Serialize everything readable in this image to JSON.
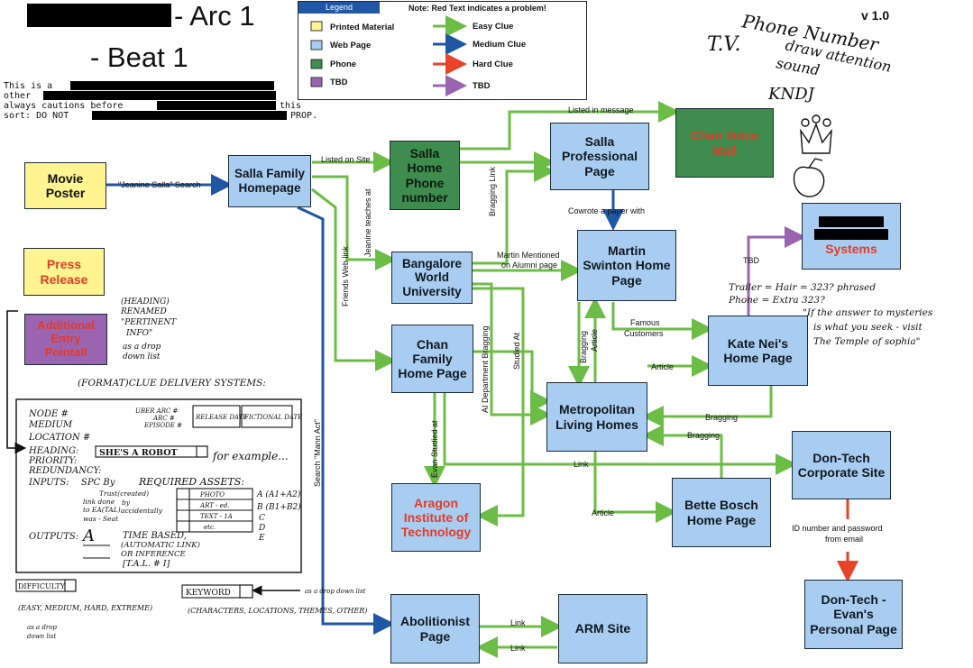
{
  "header": {
    "title_line1": "- Arc 1",
    "title_line2": "- Beat 1",
    "version": "v 1.0",
    "intro_lines": [
      "This is a",
      "other",
      "always cautions before",
      "sort: DO NOT"
    ],
    "intro_tails": [
      "this",
      "PROP."
    ]
  },
  "legend": {
    "title": "Legend",
    "note": "Note: Red Text indicates a problem!",
    "types": [
      "Printed Material",
      "Web Page",
      "Phone",
      "TBD"
    ],
    "clues": [
      "Easy Clue",
      "Medium Clue",
      "Hard Clue",
      "TBD"
    ],
    "colors": {
      "printed": "#fff48f",
      "web": "#a9cdf1",
      "phone": "#3e8d4e",
      "tbd": "#9b64b0",
      "easy": "#6cbd45",
      "medium": "#1f57a5",
      "hard": "#e8442c",
      "tbd_clue": "#9b64b0",
      "problem_text": "#e03c2a"
    }
  },
  "nodes": {
    "movie_poster": "Movie Poster",
    "press_release": "Press Release",
    "additional_entry": "Additional Entry Pointall",
    "salla_family": "Salla Family Homepage",
    "salla_phone": "Salla Home Phone number",
    "salla_professional": "Salla Professional Page",
    "chan_voice_mail": "Chan Voice Mail",
    "systems": "Systems",
    "bangalore": "Bangalore World University",
    "martin_swinton": "Martin Swinton Home Page",
    "chan_family": "Chan Family Home Page",
    "kate_nei": "Kate Nei's Home Page",
    "metropolitan": "Metropolitan Living Homes",
    "don_tech_corporate": "Don-Tech Corporate Site",
    "aragon": "Aragon Institute of Technology",
    "bette_bosch": "Bette Bosch Home Page",
    "don_tech_evan": "Don-Tech - Evan's Personal Page",
    "abolitionist": "Abolitionist Page",
    "arm_site": "ARM Site"
  },
  "edges": {
    "jeanine_search": "\"Jeanine Salla\" Search",
    "listed_on_site": "Listed on Site",
    "listed_in_message": "Listed in message",
    "bragging_link": "Bragging Link",
    "cowrote": "Cowrote a paper with",
    "jeanine_teaches": "Jeanine teaches at",
    "friends_web_link": "Friends Web link",
    "martin_mentioned": "Martin Mentioned on Alumni page",
    "tbd": "TBD",
    "famous_customers": "Famous Customers",
    "bragging": "Bragging",
    "article": "Article",
    "ai_dept": "AI Department Bragging",
    "studied_at": "Studied At",
    "evan_studied": "Evan Studied at",
    "link": "Link",
    "search_mann": "Search \"Mann Act\"",
    "id_password": "ID number and password from email"
  },
  "annotations": {
    "phone_note_1": "Phone Number",
    "phone_note_2": "draw attention",
    "phone_note_3": "sound",
    "tv": "T.V.",
    "kndj": "KNDJ",
    "heading_note": [
      "(HEADING)",
      "RENAMED",
      "\"PERTINENT",
      "INFO\""
    ],
    "drop_note": [
      "as a drop",
      "down list"
    ],
    "clue_systems": "(FORMAT)CLUE DELIVERY SYSTEMS:",
    "kate_note": [
      "Trailer = Hair = 323? phrased",
      "Phone = Extra 323?",
      "\"If the answer to mysteries",
      "is what you seek - visit",
      "The Temple of sophia\""
    ],
    "form_labels": {
      "node": "NODE #",
      "medium": "MEDIUM",
      "location": "LOCATION #",
      "heading": "HEADING:",
      "heading_value": "SHE'S A ROBOT",
      "for_example": "for example...",
      "priority": "PRIORITY:",
      "redundancy": "REDUNDANCY:",
      "inputs": "INPUTS:",
      "inputs_value": "SPC By",
      "required_assets": "REQUIRED ASSETS:",
      "outputs": "OUTPUTS:",
      "outputs_value": "A",
      "time_based": "TIME BASED,",
      "auto_link": "(AUTOMATIC LINK)",
      "inference": "OR INFERENCE",
      "tal": "[T.A.L. # I]",
      "difficulty": "DIFFICULTY",
      "keyword": "KEYWORD",
      "uber_arc": "UBER ARC #",
      "arc": "ARC #",
      "episode": "EPISODE #",
      "release_date": "RELEASE DATE",
      "fictional_date": "FICTIONAL DATE",
      "asset_photo": "PHOTO",
      "asset_art": "ART - ed.",
      "asset_text": "TEXT - 1A",
      "asset_etc": "etc.",
      "option_a": "A (A1+A2)",
      "option_b": "B (B1+B2)",
      "option_letters": [
        "C",
        "D",
        "E"
      ],
      "difficulty_options": "(EASY, MEDIUM, HARD, EXTREME)",
      "keyword_options": "(CHARACTERS, LOCATIONS, THEMES, OTHER)",
      "drop_down_note": "as a drop down list",
      "drop_down_note2": [
        "as a drop",
        "down list"
      ],
      "inputs_notes": [
        "Trust(created)",
        "link done",
        "by",
        "to EA(TAL)",
        "accidentally",
        "was - Seat"
      ]
    }
  }
}
